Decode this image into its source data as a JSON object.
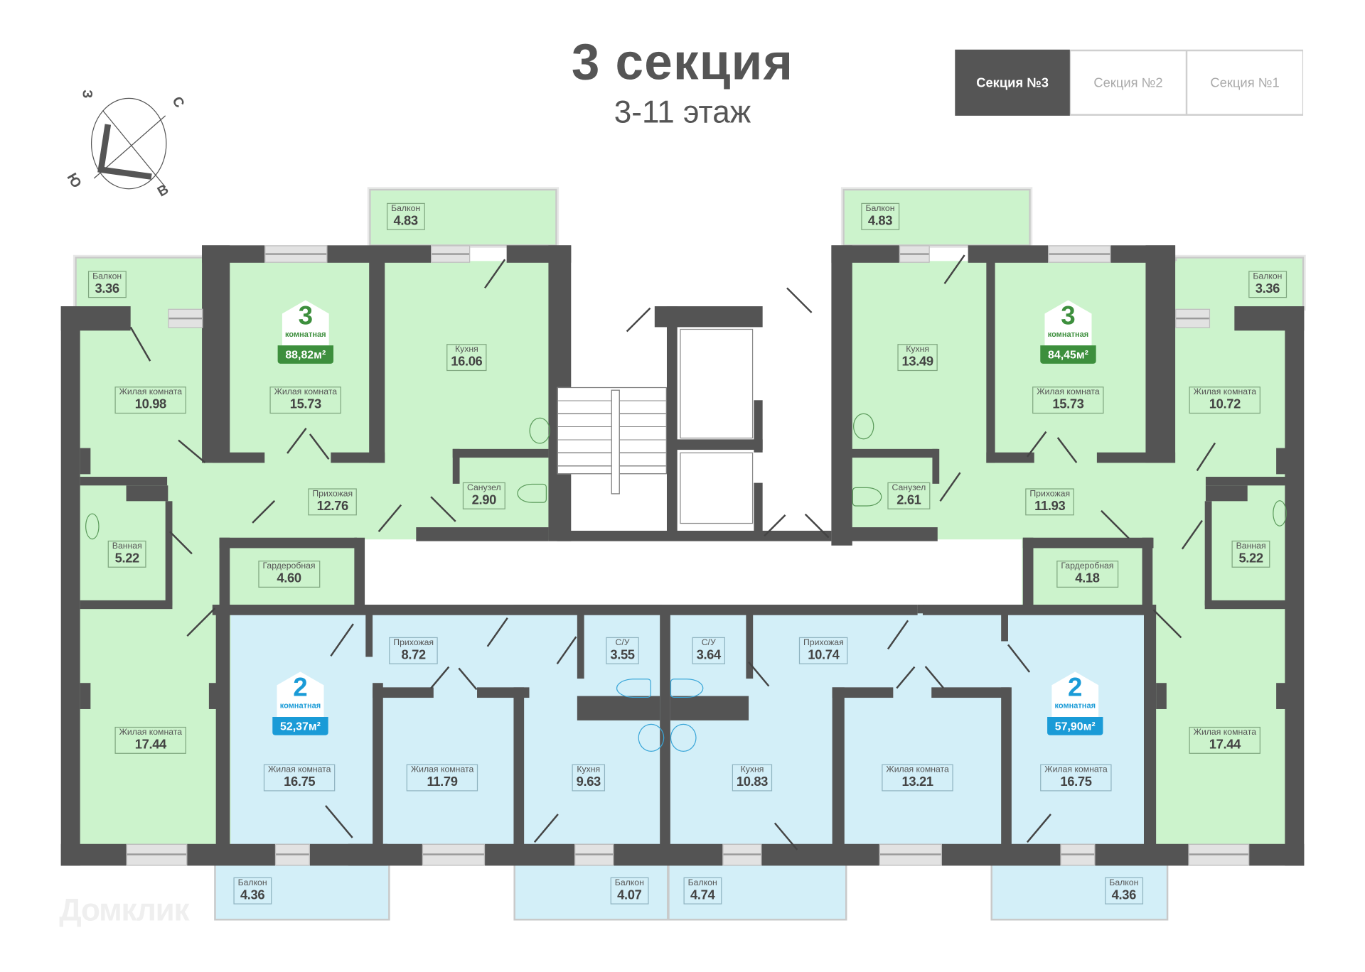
{
  "header": {
    "title": "3 секция",
    "subtitle": "3-11 этаж"
  },
  "section_selector": {
    "items": [
      {
        "label": "Секция №3",
        "active": true
      },
      {
        "label": "Секция №2",
        "active": false
      },
      {
        "label": "Секция №1",
        "active": false
      }
    ]
  },
  "compass": {
    "west": "З",
    "north": "С",
    "south": "Ю",
    "east": "В"
  },
  "colors": {
    "three_room_fill": "#ccf3cc",
    "two_room_fill": "#d3eff8",
    "wall": "#545454",
    "three_room_badge": "#3d8f3d",
    "two_room_badge": "#1a9bd7"
  },
  "apartments": {
    "left_3room": {
      "rooms_num": "3",
      "rooms_label": "комнатная",
      "area": "88,82м²",
      "balcony_a": {
        "name": "Балкон",
        "value": "3.36"
      },
      "balcony_b": {
        "name": "Балкон",
        "value": "4.83"
      },
      "living_1": {
        "name": "Жилая комната",
        "value": "10.98"
      },
      "living_2": {
        "name": "Жилая комната",
        "value": "15.73"
      },
      "kitchen": {
        "name": "Кухня",
        "value": "16.06"
      },
      "hall": {
        "name": "Прихожая",
        "value": "12.76"
      },
      "wc": {
        "name": "Санузел",
        "value": "2.90"
      },
      "bath": {
        "name": "Ванная",
        "value": "5.22"
      },
      "wardrobe": {
        "name": "Гардеробная",
        "value": "4.60"
      },
      "living_3": {
        "name": "Жилая комната",
        "value": "17.44"
      }
    },
    "right_3room": {
      "rooms_num": "3",
      "rooms_label": "комнатная",
      "area": "84,45м²",
      "balcony_a": {
        "name": "Балкон",
        "value": "4.83"
      },
      "balcony_b": {
        "name": "Балкон",
        "value": "3.36"
      },
      "kitchen": {
        "name": "Кухня",
        "value": "13.49"
      },
      "living_1": {
        "name": "Жилая комната",
        "value": "15.73"
      },
      "living_2": {
        "name": "Жилая комната",
        "value": "10.72"
      },
      "wc": {
        "name": "Санузел",
        "value": "2.61"
      },
      "hall": {
        "name": "Прихожая",
        "value": "11.93"
      },
      "wardrobe": {
        "name": "Гардеробная",
        "value": "4.18"
      },
      "bath": {
        "name": "Ванная",
        "value": "5.22"
      },
      "living_3": {
        "name": "Жилая комната",
        "value": "17.44"
      }
    },
    "left_2room": {
      "rooms_num": "2",
      "rooms_label": "комнатная",
      "area": "52,37м²",
      "hall": {
        "name": "Прихожая",
        "value": "8.72"
      },
      "wc": {
        "name": "С/У",
        "value": "3.55"
      },
      "living_1": {
        "name": "Жилая комната",
        "value": "16.75"
      },
      "living_2": {
        "name": "Жилая комната",
        "value": "11.79"
      },
      "kitchen": {
        "name": "Кухня",
        "value": "9.63"
      },
      "balcony_a": {
        "name": "Балкон",
        "value": "4.36"
      },
      "balcony_b": {
        "name": "Балкон",
        "value": "4.07"
      }
    },
    "right_2room": {
      "rooms_num": "2",
      "rooms_label": "комнатная",
      "area": "57,90м²",
      "wc": {
        "name": "С/У",
        "value": "3.64"
      },
      "hall": {
        "name": "Прихожая",
        "value": "10.74"
      },
      "kitchen": {
        "name": "Кухня",
        "value": "10.83"
      },
      "living_1": {
        "name": "Жилая комната",
        "value": "13.21"
      },
      "living_2": {
        "name": "Жилая комната",
        "value": "16.75"
      },
      "balcony_a": {
        "name": "Балкон",
        "value": "4.74"
      },
      "balcony_b": {
        "name": "Балкон",
        "value": "4.36"
      }
    }
  },
  "watermark": "Домклик"
}
